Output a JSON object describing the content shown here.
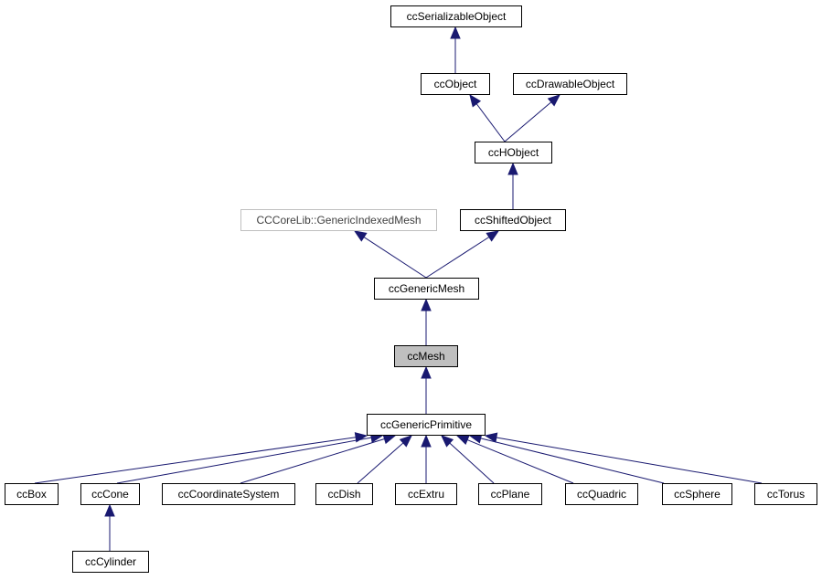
{
  "diagram": {
    "edge_color": "#191970",
    "current_fill": "#bfbfbf",
    "external_border": "#bfbfbf",
    "nodes": {
      "serializable": "ccSerializableObject",
      "object": "ccObject",
      "drawable": "ccDrawableObject",
      "hobject": "ccHObject",
      "generic_indexed_mesh": "CCCoreLib::GenericIndexedMesh",
      "shifted": "ccShiftedObject",
      "generic_mesh": "ccGenericMesh",
      "mesh": "ccMesh",
      "generic_primitive": "ccGenericPrimitive",
      "box": "ccBox",
      "cone": "ccCone",
      "coordinate_system": "ccCoordinateSystem",
      "dish": "ccDish",
      "extru": "ccExtru",
      "plane": "ccPlane",
      "quadric": "ccQuadric",
      "sphere": "ccSphere",
      "torus": "ccTorus",
      "cylinder": "ccCylinder"
    }
  }
}
